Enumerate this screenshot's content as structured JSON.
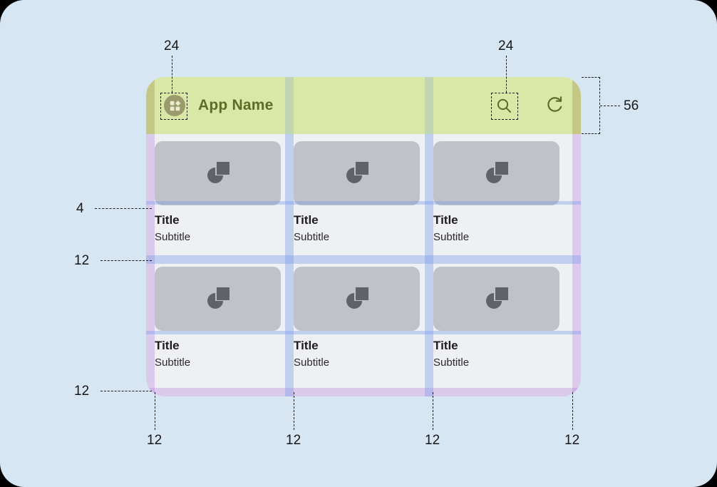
{
  "canvas": {
    "background_color": "#d7e6f3",
    "corner_radius": "34px"
  },
  "mock": {
    "appbar": {
      "title": "App Name",
      "background_color": "#d9e8a7",
      "title_color": "#5d6b27",
      "height_label": "56",
      "menu_icon": "grid-widget-icon",
      "search_icon": "search-icon",
      "refresh_icon": "refresh-icon"
    },
    "grid": {
      "columns": 3,
      "rows": 2,
      "media_icon": "image-placeholder-icon",
      "cards": [
        {
          "title": "Title",
          "subtitle": "Subtitle"
        },
        {
          "title": "Title",
          "subtitle": "Subtitle"
        },
        {
          "title": "Title",
          "subtitle": "Subtitle"
        },
        {
          "title": "Title",
          "subtitle": "Subtitle"
        },
        {
          "title": "Title",
          "subtitle": "Subtitle"
        },
        {
          "title": "Title",
          "subtitle": "Subtitle"
        }
      ]
    }
  },
  "annotations": {
    "top_left_touch_target": "24",
    "top_right_touch_target": "24",
    "appbar_height": "56",
    "title_gap": "4",
    "row_gap": "12",
    "bottom_outer_gap": "12",
    "bottom_gutters": [
      "12",
      "12",
      "12",
      "12"
    ]
  },
  "colors": {
    "appbar": "#d9e8a7",
    "canvas": "#d7e6f3",
    "card_media": "#bfc2c9",
    "gutter_overlay": "#6d93e7",
    "edge_overlay": "#ab5cd6",
    "title_text": "#1d1d1f"
  }
}
